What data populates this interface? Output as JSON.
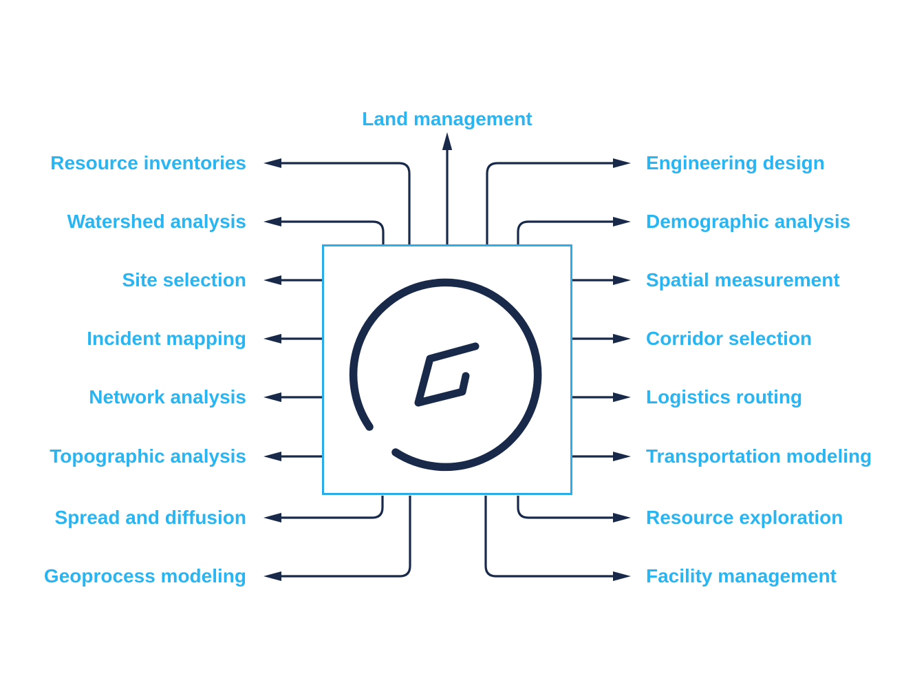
{
  "colors": {
    "label_blue": "#29b5f2",
    "line_navy": "#18294a",
    "box_border_cyan": "#29ace8"
  },
  "center": {
    "logo_icon": "g-circle-gis-logo",
    "logo_letter": "G"
  },
  "top": {
    "label": "Land management"
  },
  "left": {
    "items": [
      "Resource inventories",
      "Watershed analysis",
      "Site selection",
      "Incident mapping",
      "Network analysis",
      "Topographic analysis",
      "Spread and diffusion",
      "Geoprocess modeling"
    ]
  },
  "right": {
    "items": [
      "Engineering design",
      "Demographic analysis",
      "Spatial measurement",
      "Corridor selection",
      "Logistics routing",
      "Transportation modeling",
      "Resource exploration",
      "Facility management"
    ]
  }
}
